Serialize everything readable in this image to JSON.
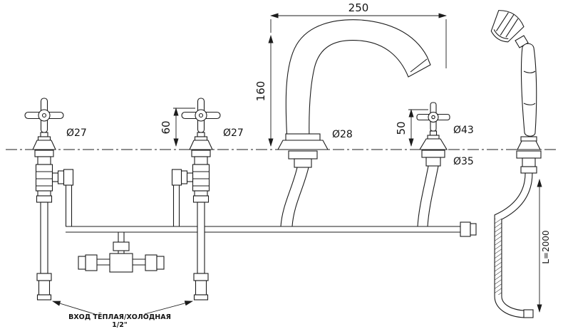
{
  "diagram": {
    "dims": {
      "spout_reach": "250",
      "spout_height": "160",
      "handle_height": "60",
      "handle_dia_left": "Ø27",
      "handle_dia_mid": "Ø27",
      "spout_base_dia": "Ø28",
      "diverter_height": "50",
      "diverter_dia": "Ø43",
      "shank_dia": "Ø35",
      "hose_length": "L=2000"
    },
    "notes": {
      "inlet_caption": "ВХОД ТЁПЛАЯ/ХОЛОДНАЯ",
      "inlet_size": "1/2\""
    },
    "colors": {
      "line": "#1c1c1c",
      "background": "#ffffff"
    }
  }
}
